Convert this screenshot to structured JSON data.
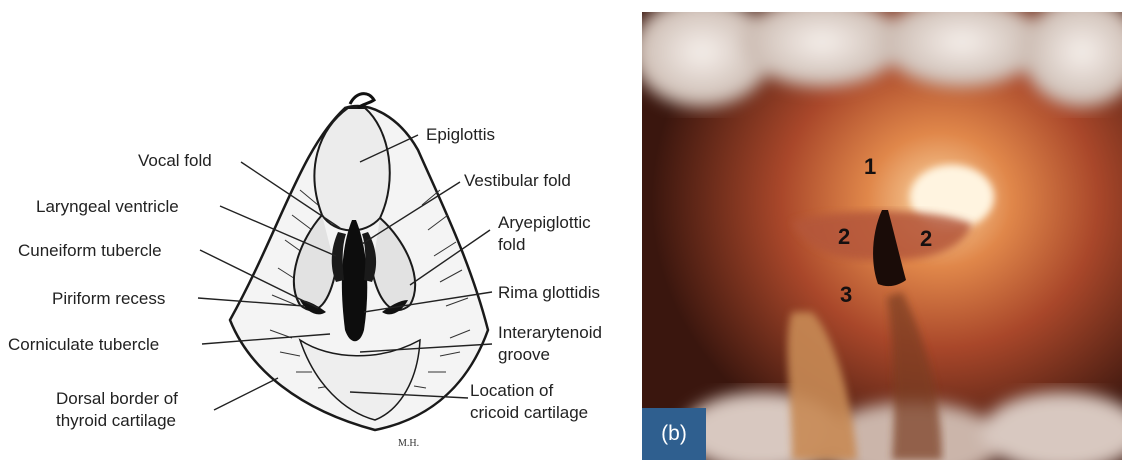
{
  "diagram": {
    "labels": {
      "epiglottis": "Epiglottis",
      "vocal_fold": "Vocal fold",
      "vestibular_fold": "Vestibular fold",
      "laryngeal_ventricle": "Laryngeal ventricle",
      "aryepiglottic_fold_1": "Aryepiglottic",
      "aryepiglottic_fold_2": "fold",
      "cuneiform_tubercle": "Cuneiform tubercle",
      "piriform_recess": "Piriform recess",
      "rima_glottidis": "Rima glottidis",
      "corniculate_tubercle": "Corniculate tubercle",
      "interarytenoid_groove_1": "Interarytenoid",
      "interarytenoid_groove_2": "groove",
      "dorsal_border_1": "Dorsal border of",
      "dorsal_border_2": "thyroid cartilage",
      "cricoid_location_1": "Location of",
      "cricoid_location_2": "cricoid cartilage"
    },
    "signature": "M.H."
  },
  "photo": {
    "panel_label": "(b)",
    "markers": {
      "m1": "1",
      "m2_left": "2",
      "m2_right": "2",
      "m3": "3"
    }
  }
}
